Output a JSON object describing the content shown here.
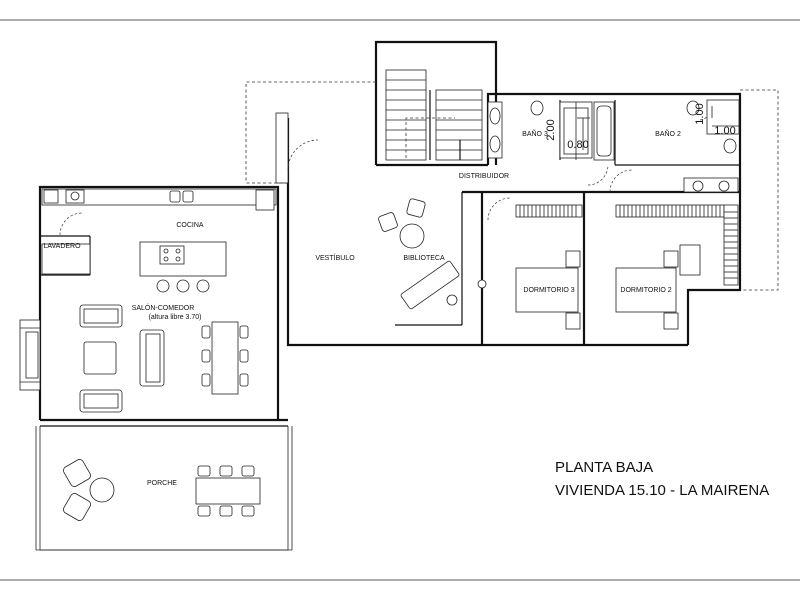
{
  "drawing": {
    "title_line1": "PLANTA BAJA",
    "title_line2": "VIVIENDA 15.10 - LA MAIRENA"
  },
  "rooms": {
    "cocina": "COCINA",
    "lavadero": "LAVADERO",
    "salon": "SALÓN-COMEDOR",
    "salon_note": "(altura libre 3.70)",
    "vestibulo": "VESTÍBULO",
    "biblioteca": "BIBLIOTECA",
    "distribuidor": "DISTRIBUIDOR",
    "bano3": "BAÑO 3",
    "bano2": "BAÑO 2",
    "dormitorio3": "DORMITORIO 3",
    "dormitorio2": "DORMITORIO 2",
    "porche": "PORCHE"
  },
  "dimensions": {
    "bano3_height": "2.00",
    "bano3_width": "0.80",
    "bano2_height": "1.00",
    "bano2_width": "1.00"
  }
}
